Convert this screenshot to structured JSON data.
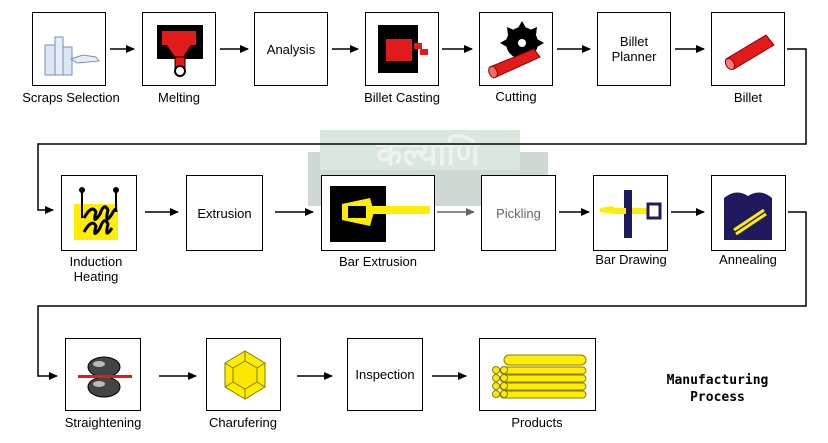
{
  "title": "Manufacturing\nProcess",
  "watermark": "कल्याणि",
  "colors": {
    "red": "#e21a1a",
    "yellow": "#ffee00",
    "navy": "#1f1a5e",
    "gray": "#7a7a7a",
    "black": "#000000"
  },
  "steps": {
    "scraps_selection": {
      "label": "Scraps Selection",
      "icon": "scrap-pile-icon"
    },
    "melting": {
      "label": "Melting",
      "icon": "furnace-icon"
    },
    "analysis": {
      "label": "Analysis"
    },
    "billet_casting": {
      "label": "Billet Casting",
      "icon": "casting-mold-icon"
    },
    "cutting": {
      "label": "Cutting",
      "icon": "saw-blade-icon"
    },
    "billet_planner": {
      "label": "Billet\nPlanner"
    },
    "billet": {
      "label": "Billet",
      "icon": "billet-rod-icon"
    },
    "induction_heating": {
      "label": "Induction\nHeating",
      "icon": "induction-coil-icon"
    },
    "extrusion": {
      "label": "Extrusion"
    },
    "bar_extrusion": {
      "label": "Bar Extrusion",
      "icon": "extrusion-press-icon"
    },
    "pickling": {
      "label": "Pickling"
    },
    "bar_drawing": {
      "label": "Bar Drawing",
      "icon": "drawing-die-icon"
    },
    "annealing": {
      "label": "Annealing",
      "icon": "annealing-furnace-icon"
    },
    "straightening": {
      "label": "Straightening",
      "icon": "straightening-rollers-icon"
    },
    "charufering": {
      "label": "Charufering",
      "icon": "chamfer-hexagon-icon"
    },
    "inspection": {
      "label": "Inspection"
    },
    "products": {
      "label": "Products",
      "icon": "bar-bundle-icon"
    }
  }
}
